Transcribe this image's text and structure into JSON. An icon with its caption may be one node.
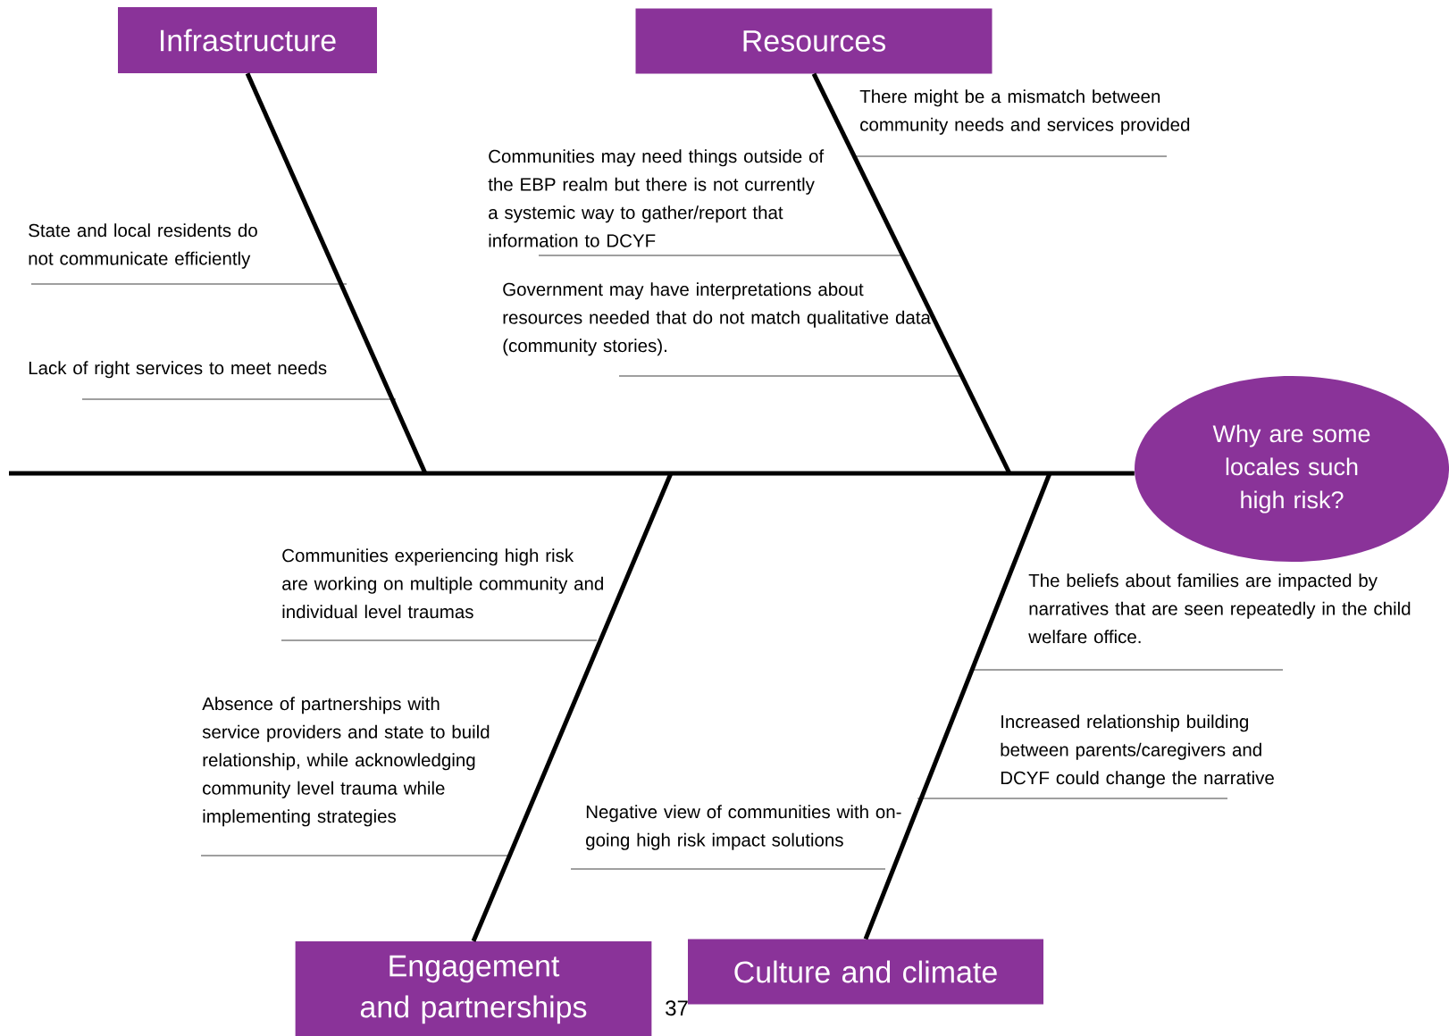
{
  "diagram": {
    "nodes": [
      {
        "text": [
          "Infrastructure"
        ]
      },
      {
        "text": [
          "Resources"
        ]
      },
      {
        "text": [
          "Engagement and partnerships"
        ]
      },
      {
        "text": [
          "Culture and climate"
        ]
      },
      {
        "text": [
          "Why are some locales such high risk?"
        ]
      }
    ],
    "edges": [
      {
        "from": 0,
        "to": null,
        "arrow": "none"
      },
      {
        "from": 1,
        "to": null,
        "arrow": "none"
      },
      {
        "from": 2,
        "to": null,
        "arrow": "none"
      },
      {
        "from": 3,
        "to": null,
        "arrow": "none"
      },
      {
        "from": null,
        "to": 4,
        "arrow": "none"
      }
    ],
    "labels": [
      "There might be a mismatch between community needs and services provided",
      "Communities may need things outside of the EBP realm but there is not currently a systemic way to gather/report that information to DCYF",
      "State and local residents do not communicate efficiently",
      "Government may have interpretations about resources needed that do not match qualitative data (community stories).",
      "Lack of right services to meet needs",
      "Communities experiencing high risk are working on multiple community and individual level traumas",
      "The beliefs about families are impacted by narratives that are seen repeatedly in the child welfare office.",
      "Increased relationship building between parents/caregivers and DCYF could change the narrative",
      "Absence of partnerships with service providers and state to build relationship, while acknowledging community level trauma while implementing strategies",
      "Negative view of communities with on-going high risk impact solutions",
      "37"
    ]
  }
}
